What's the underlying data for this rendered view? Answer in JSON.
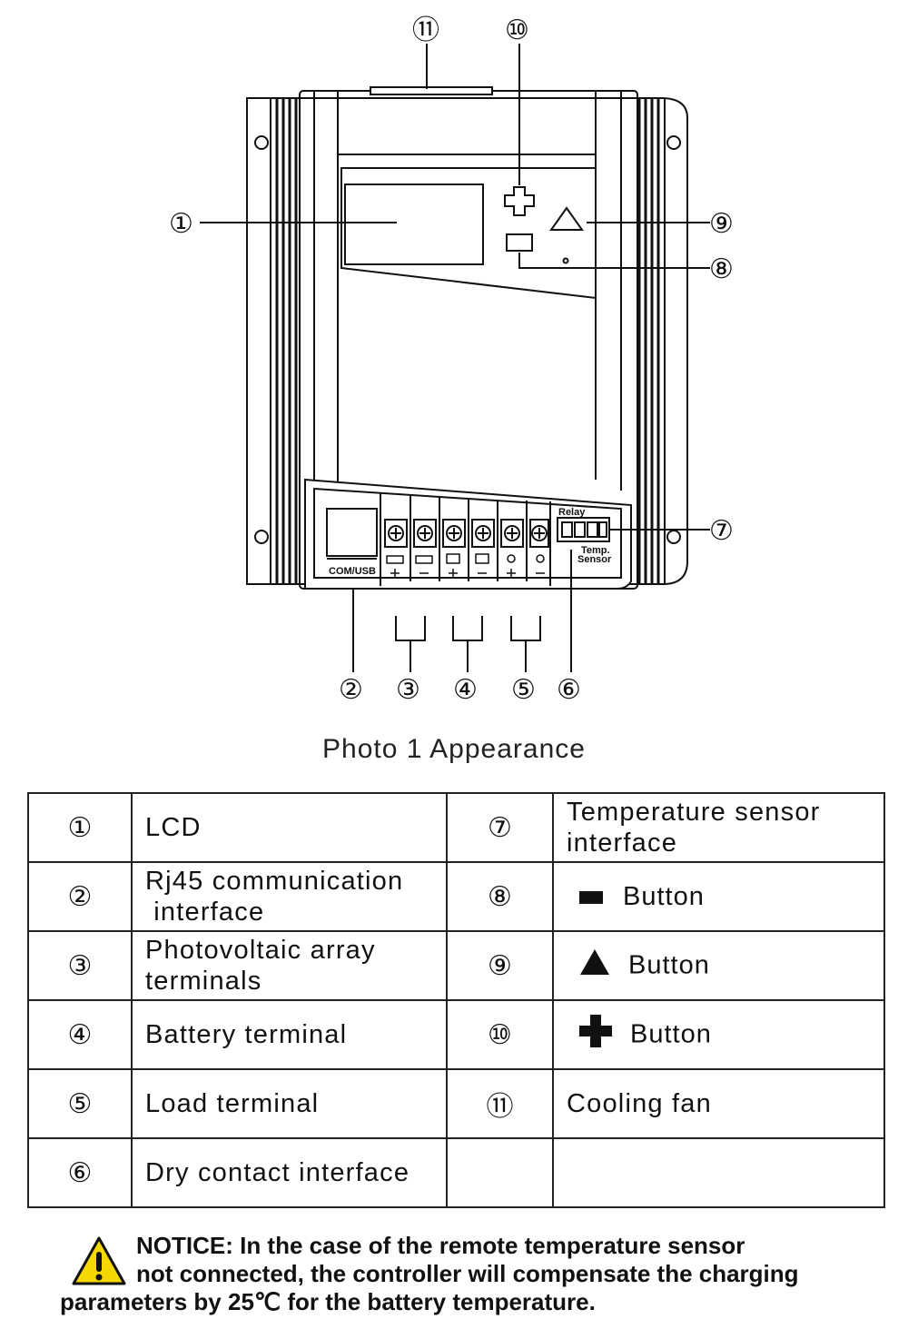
{
  "callouts": [
    "①",
    "②",
    "③",
    "④",
    "⑤",
    "⑥",
    "⑦",
    "⑧",
    "⑨",
    "⑩",
    "⑪"
  ],
  "terminal_labels": {
    "com_usb": "COM/USB",
    "relay": "Relay",
    "temp_line1": "Temp.",
    "temp_line2": "Sensor"
  },
  "caption": "Photo 1 Appearance",
  "legend": {
    "rows": [
      {
        "left_num": "①",
        "left_lines": [
          "LCD"
        ],
        "right_num": "⑦",
        "right_lines": [
          "Temperature sensor",
          "interface"
        ]
      },
      {
        "left_num": "②",
        "left_lines": [
          "Rj45 communication",
          " interface"
        ],
        "right_num": "⑧",
        "right_icon": "minus-button-icon",
        "right_lines": [
          "Button"
        ]
      },
      {
        "left_num": "③",
        "left_lines": [
          "Photovoltaic array",
          "terminals"
        ],
        "right_num": "⑨",
        "right_icon": "triangle-button-icon",
        "right_lines": [
          "Button"
        ]
      },
      {
        "left_num": "④",
        "left_lines": [
          "Battery terminal"
        ],
        "right_num": "⑩",
        "right_icon": "plus-button-icon",
        "right_lines": [
          "Button"
        ]
      },
      {
        "left_num": "⑤",
        "left_lines": [
          "Load terminal"
        ],
        "right_num": "⑪",
        "right_lines": [
          "Cooling fan"
        ]
      },
      {
        "left_num": "⑥",
        "left_lines": [
          "Dry contact interface"
        ],
        "right_num": "",
        "right_lines": [
          ""
        ]
      }
    ]
  },
  "notice": {
    "line1": "NOTICE: In the case of the remote temperature sensor",
    "line2": "not connected, the controller will compensate the charging",
    "line3": "parameters by 25℃ for the battery temperature.",
    "icon": "warning-triangle-icon",
    "icon_color": "#f5d800"
  }
}
